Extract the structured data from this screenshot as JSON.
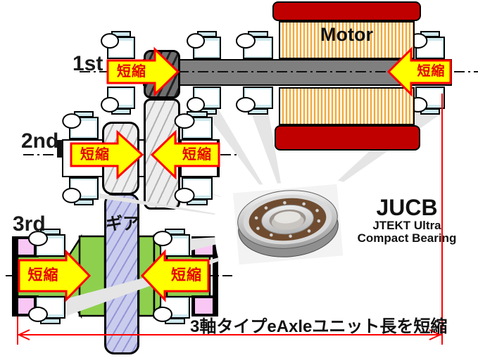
{
  "labels": {
    "first": "1st",
    "second": "2nd",
    "third": "3rd",
    "motor": "Motor",
    "gear": "ギア",
    "shorten": "短縮"
  },
  "jucb": {
    "title": "JUCB",
    "sub1": "JTEKT Ultra",
    "sub2": "Compact Bearing"
  },
  "caption": "3軸タイプeAxleユニット長を短縮",
  "colors": {
    "motor_red": "#c00000",
    "winding_orange": "#f0a73a",
    "arrow_yellow": "#ffff00",
    "arrow_border_red": "#ff0000",
    "bearing_blue": "#cfe9ee",
    "gear_purple": "#cacced",
    "axle_green": "#8ed04e",
    "seal_pink": "#f9c7f4",
    "dimension_red": "#ff0000",
    "beam_gray": "#e5e5e5"
  }
}
